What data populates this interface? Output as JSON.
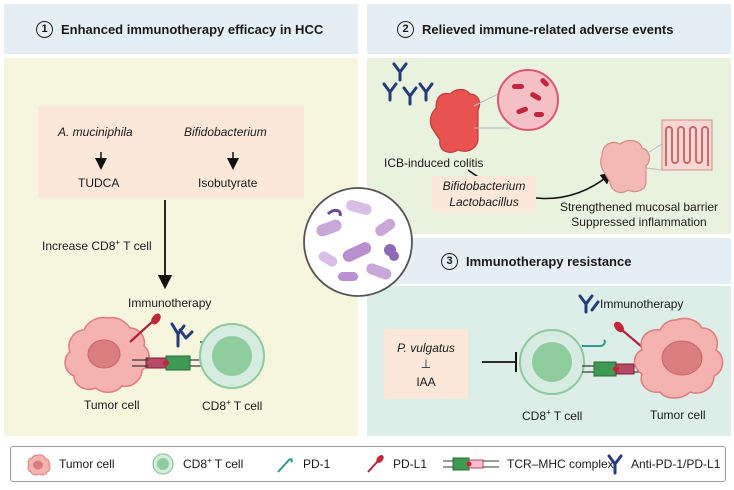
{
  "panels": {
    "p1": {
      "number": "1",
      "title": "Enhanced immunotherapy efficacy in HCC"
    },
    "p2": {
      "number": "2",
      "title": "Relieved immune-related adverse events"
    },
    "p3": {
      "number": "3",
      "title": "Immunotherapy resistance"
    }
  },
  "section1": {
    "bacterium_a": "A. muciniphila",
    "metabolite_a": "TUDCA",
    "bacterium_b": "Bifidobacterium",
    "metabolite_b": "Isobutyrate",
    "effect_prefix": "Increase CD8",
    "effect_sup": "+",
    "effect_suffix": " T cell",
    "result": "Immunotherapy",
    "tumor_label": "Tumor cell",
    "tcell_prefix": "CD8",
    "tcell_sup": "+",
    "tcell_suffix": " T cell"
  },
  "section2": {
    "colitis_label": "ICB-induced colitis",
    "probiotic_1": "Bifidobacterium",
    "probiotic_2": "Lactobacillus",
    "outcome_1": "Strengthened mucosal barrier",
    "outcome_2": "Suppressed inflammation"
  },
  "section3": {
    "bacterium": "P. vulgatus",
    "inhibit_symbol": "⊥",
    "metabolite": "IAA",
    "therapy_label": "Immunotherapy",
    "tcell_prefix": "CD8",
    "tcell_sup": "+",
    "tcell_suffix": " T cell",
    "tumor_label": "Tumor cell"
  },
  "legend": [
    {
      "icon": "tumor-cell-icon",
      "label": "Tumor cell"
    },
    {
      "icon": "t-cell-icon",
      "label_prefix": "CD8",
      "label_sup": "+",
      "label_suffix": " T cell"
    },
    {
      "icon": "pd1-icon",
      "label": "PD-1"
    },
    {
      "icon": "pdl1-icon",
      "label": "PD-L1"
    },
    {
      "icon": "tcr-mhc-icon",
      "label": "TCR–MHC complex"
    },
    {
      "icon": "antibody-icon",
      "label": "Anti-PD-1/PD-L1"
    }
  ],
  "colors": {
    "panel1_bg": "#f6f5dd",
    "panel2_bg": "#e9f1df",
    "panel3_bg": "#ddeee8",
    "header_bg": "#e6eef5",
    "tumor": "#f2a3a3",
    "tcell": "#a9d8b4",
    "antibody": "#243d7a",
    "pdl1": "#c0273a",
    "pd1": "#2a9a8a"
  }
}
